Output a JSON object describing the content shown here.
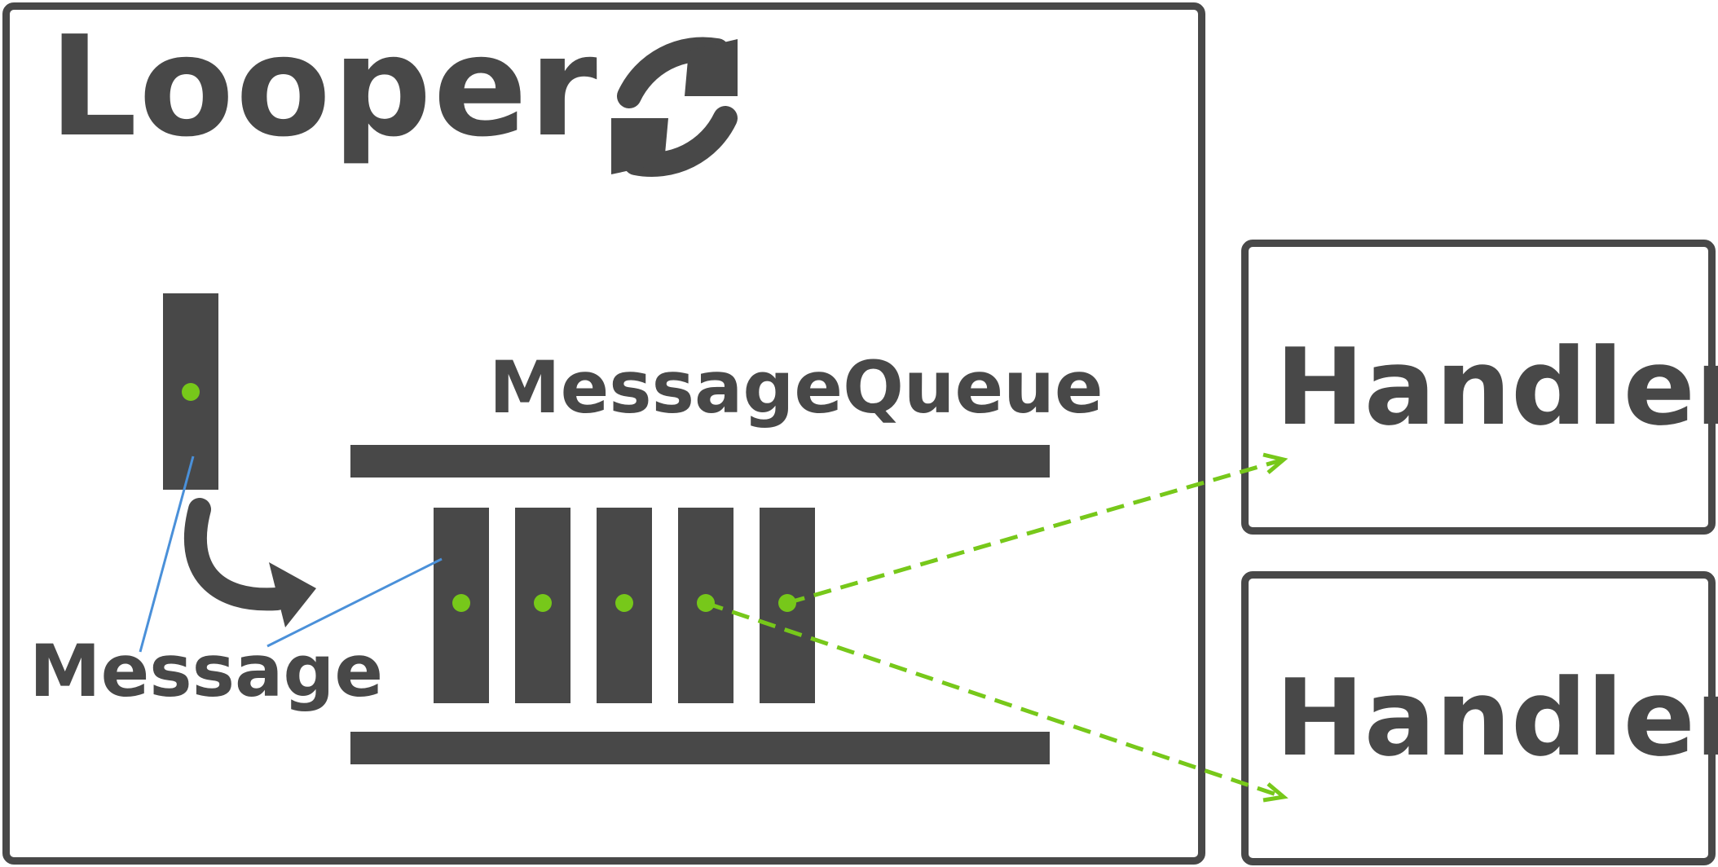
{
  "looper": {
    "title": "Looper",
    "refresh_icon": "refresh-icon"
  },
  "message_queue": {
    "title": "MessageQueue",
    "message_count": 5
  },
  "message": {
    "label": "Message",
    "arrow_icon": "curved-arrow-icon"
  },
  "handlers": [
    {
      "label": "Handler"
    },
    {
      "label": "Handler"
    }
  ],
  "colors": {
    "dark": "#484848",
    "dot": "#77c81a",
    "leader_line": "#4a90d9",
    "dispatch_line": "#77c81a"
  }
}
